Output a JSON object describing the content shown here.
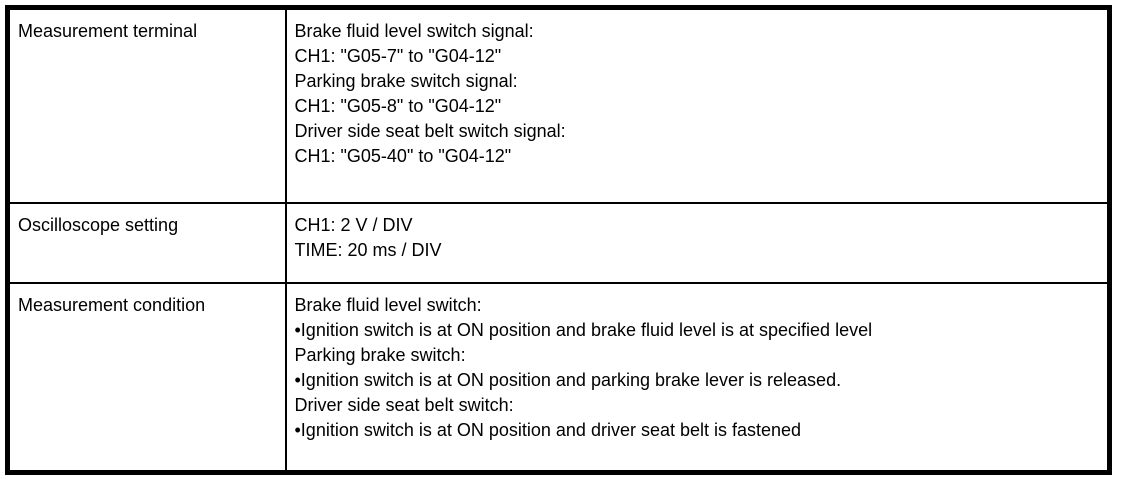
{
  "table": {
    "rows": [
      {
        "label": "Measurement terminal",
        "lines": [
          "Brake fluid level switch signal:",
          "CH1: \"G05-7\" to \"G04-12\"",
          "Parking brake switch signal:",
          "CH1: \"G05-8\" to \"G04-12\"",
          "Driver side seat belt switch signal:",
          "CH1: \"G05-40\" to \"G04-12\""
        ]
      },
      {
        "label": "Oscilloscope setting",
        "lines": [
          "CH1: 2 V / DIV",
          "TIME: 20 ms / DIV"
        ]
      },
      {
        "label": "Measurement condition",
        "lines": [
          "Brake fluid level switch:",
          "•Ignition switch is at ON position and brake fluid level is at specified level",
          "Parking brake switch:",
          "•Ignition switch is at ON position and parking brake lever is released.",
          "Driver side seat belt switch:",
          "•Ignition switch is at ON position and driver seat belt is fastened"
        ]
      }
    ]
  },
  "colors": {
    "border": "#000000",
    "text": "#000000",
    "background": "#ffffff"
  }
}
